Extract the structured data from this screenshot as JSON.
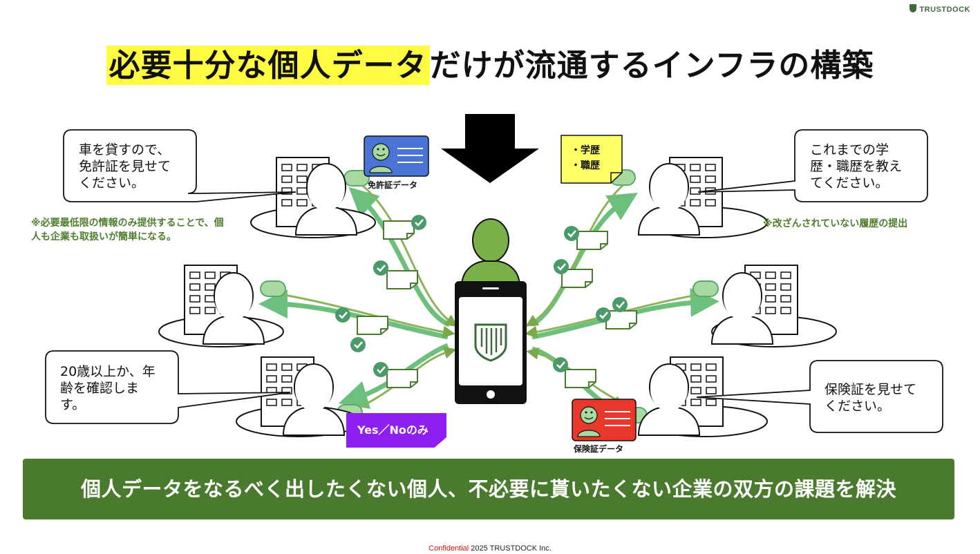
{
  "logo_text": "TRUSTDOCK",
  "title": {
    "highlight": "必要十分な個人データ",
    "rest": "だけが流通するインフラの構築"
  },
  "bubbles": {
    "top_left": "車を貸すので、\n免許証を見せて\nください。",
    "top_right": "これまでの学\n歴・職歴を教え\nてください。",
    "bottom_left": "20歳以上か、年\n齢を確認しま\nす。",
    "bottom_right": "保険証を見せて\nください。"
  },
  "notes": {
    "left": "※必要最低限の情報のみ提供することで、個人も企業も取扱いが簡単になる。",
    "right": "※改ざんされていない履歴の提出"
  },
  "cards": {
    "license_label": "免許証データ",
    "insurance_label": "保険証データ",
    "sticky_note": "・学歴\n・職歴",
    "yes_no": "Yes／Noのみ"
  },
  "banner": "個人データをなるべく出したくない個人、不必要に貰いたくない企業の双方の課題を解決",
  "footer": {
    "confidential": "Confidential",
    "copyright": "2025 TRUSTDOCK Inc."
  },
  "colors": {
    "green_dark": "#4a7a2e",
    "green_arrow": "#7cc88a",
    "highlight": "#fffb42",
    "card_blue": "#4a73d6",
    "card_red": "#e8372b",
    "sticky_yellow": "#ffff66",
    "purple": "#8f1ef0"
  }
}
